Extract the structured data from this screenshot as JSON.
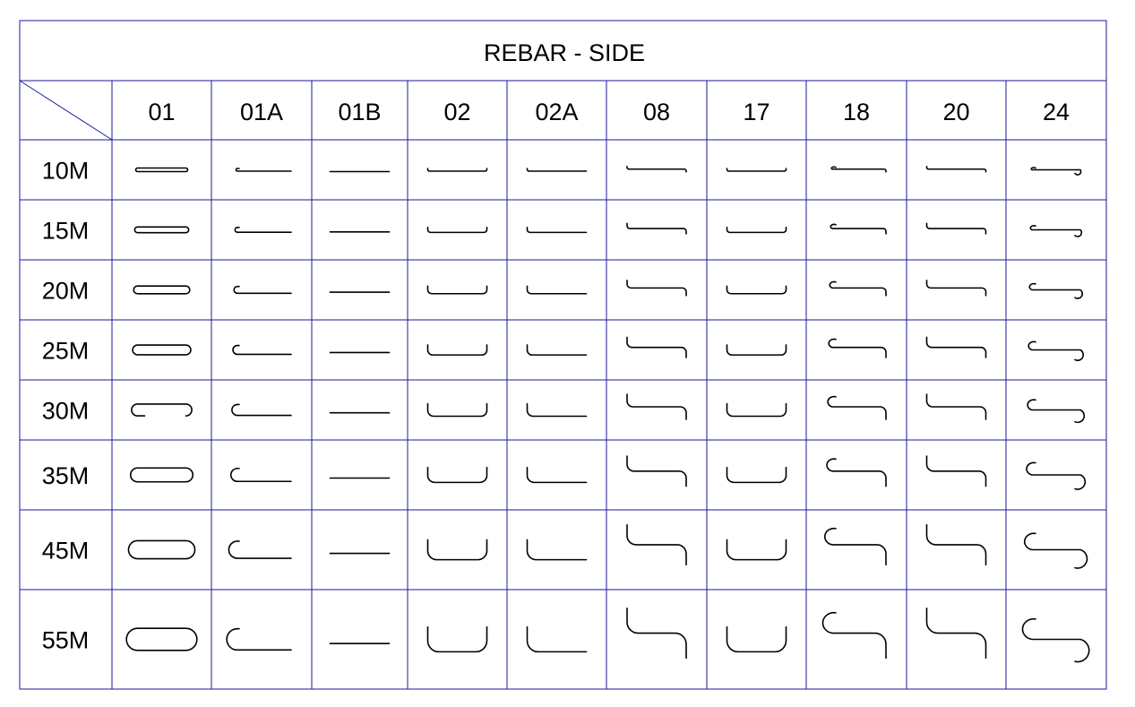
{
  "title": "REBAR - SIDE",
  "columns": [
    "01",
    "01A",
    "01B",
    "02",
    "02A",
    "08",
    "17",
    "18",
    "20",
    "24"
  ],
  "rows": [
    {
      "label": "10M",
      "scale": 1.0
    },
    {
      "label": "15M",
      "scale": 1.5
    },
    {
      "label": "20M",
      "scale": 2.0
    },
    {
      "label": "25M",
      "scale": 2.5
    },
    {
      "label": "30M",
      "scale": 3.0
    },
    {
      "label": "35M",
      "scale": 3.5
    },
    {
      "label": "45M",
      "scale": 4.5
    },
    {
      "label": "55M",
      "scale": 5.5
    }
  ],
  "colors": {
    "grid": "#1a1a99",
    "shape": "#000000",
    "background": "#ffffff"
  }
}
